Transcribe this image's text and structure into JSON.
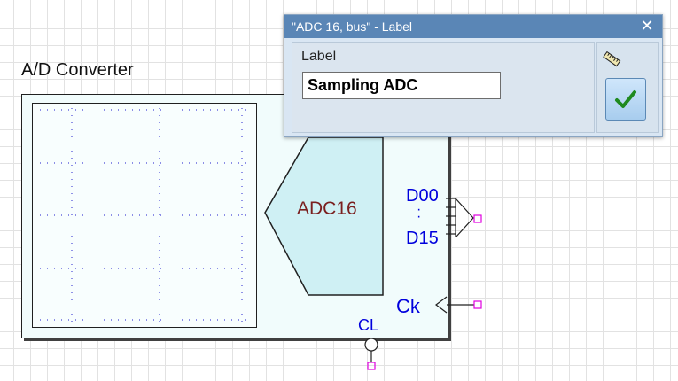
{
  "component": {
    "title": "A/D Converter",
    "block_label": "ADC16",
    "pins": {
      "d00": "D00",
      "dots": "·\n·",
      "d15": "D15",
      "ck": "Ck",
      "cl": "CL"
    }
  },
  "dialog": {
    "title": "\"ADC 16, bus\" -  Label",
    "close": "✕",
    "field_label": "Label",
    "field_value": "Sampling ADC"
  },
  "icons": [
    "ruler-icon",
    "checkmark-icon",
    "close-icon"
  ],
  "colors": {
    "pin_text": "#0000dd",
    "block_text": "#7a1f1f",
    "connector": "#e000e0",
    "titlebar": "#5a86b6"
  }
}
